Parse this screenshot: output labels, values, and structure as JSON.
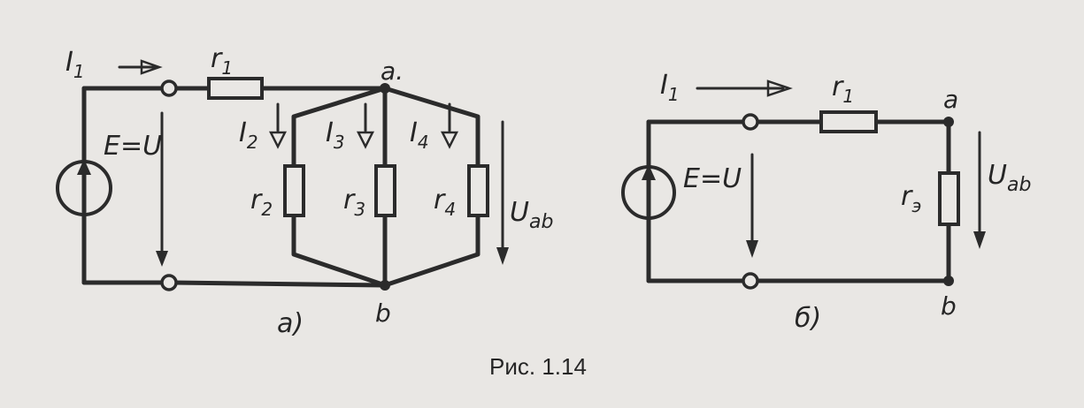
{
  "diagram_a": {
    "current_i1": "I",
    "current_i1_sub": "1",
    "r1": "r",
    "r1_sub": "1",
    "node_a": "a.",
    "node_b": "b",
    "emf": "E=U",
    "current_i2": "I",
    "current_i2_sub": "2",
    "current_i3": "I",
    "current_i3_sub": "3",
    "current_i4": "I",
    "current_i4_sub": "4",
    "r2": "r",
    "r2_sub": "2",
    "r3": "r",
    "r3_sub": "3",
    "r4": "r",
    "r4_sub": "4",
    "voltage": "U",
    "voltage_sub": "ab",
    "sublabel": "a)"
  },
  "diagram_b": {
    "current_i1": "I",
    "current_i1_sub": "1",
    "r1": "r",
    "r1_sub": "1",
    "node_a": "a",
    "node_b": "b",
    "emf": "E=U",
    "re": "r",
    "re_sub": "э",
    "voltage": "U",
    "voltage_sub": "ab",
    "sublabel": "б)"
  },
  "caption": "Рис. 1.14"
}
